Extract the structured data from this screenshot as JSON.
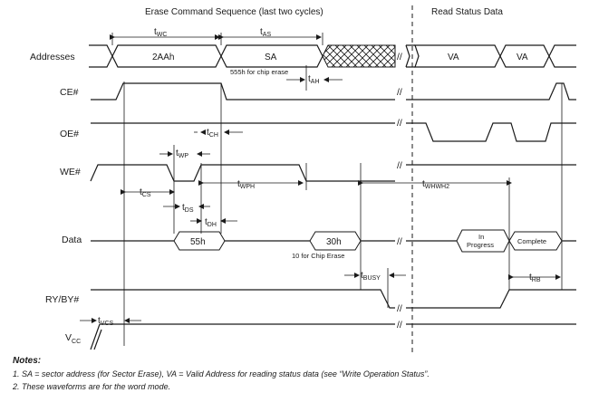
{
  "headers": {
    "erase": "Erase Command Sequence (last two cycles)",
    "status": "Read Status Data"
  },
  "signals": {
    "addresses": "Addresses",
    "ce": "CE#",
    "oe": "OE#",
    "we": "WE#",
    "data": "Data",
    "ryby": "RY/BY#",
    "vcc": "V",
    "vcc_sub": "CC"
  },
  "values": {
    "addr1": "2AAh",
    "addr2": "SA",
    "va1": "VA",
    "va2": "VA",
    "d55": "55h",
    "d30": "30h",
    "progress1": "In",
    "progress2": "Progress",
    "complete": "Complete"
  },
  "annotations": {
    "chip_erase_addr": "555h for chip erase",
    "chip_erase_data": "10 for Chip Erase",
    "break_mark": "//"
  },
  "timings": [
    {
      "id": "wc",
      "t": "t",
      "sub": "WC"
    },
    {
      "id": "as",
      "t": "t",
      "sub": "AS"
    },
    {
      "id": "ah",
      "t": "t",
      "sub": "AH"
    },
    {
      "id": "ch",
      "t": "t",
      "sub": "CH"
    },
    {
      "id": "wp",
      "t": "t",
      "sub": "WP"
    },
    {
      "id": "wph",
      "t": "t",
      "sub": "WPH"
    },
    {
      "id": "cs",
      "t": "t",
      "sub": "CS"
    },
    {
      "id": "ds",
      "t": "t",
      "sub": "DS"
    },
    {
      "id": "dh",
      "t": "t",
      "sub": "DH"
    },
    {
      "id": "whwh2",
      "t": "t",
      "sub": "WHWH2"
    },
    {
      "id": "busy",
      "t": "t",
      "sub": "BUSY"
    },
    {
      "id": "rb",
      "t": "t",
      "sub": "RB"
    },
    {
      "id": "vcs",
      "t": "t",
      "sub": "VCS"
    }
  ],
  "notes": {
    "title": "Notes:",
    "items": [
      "1.  SA = sector address (for Sector Erase), VA = Valid Address for reading status data (see “Write Operation Status”.",
      "2.  These waveforms are for the word mode."
    ]
  }
}
